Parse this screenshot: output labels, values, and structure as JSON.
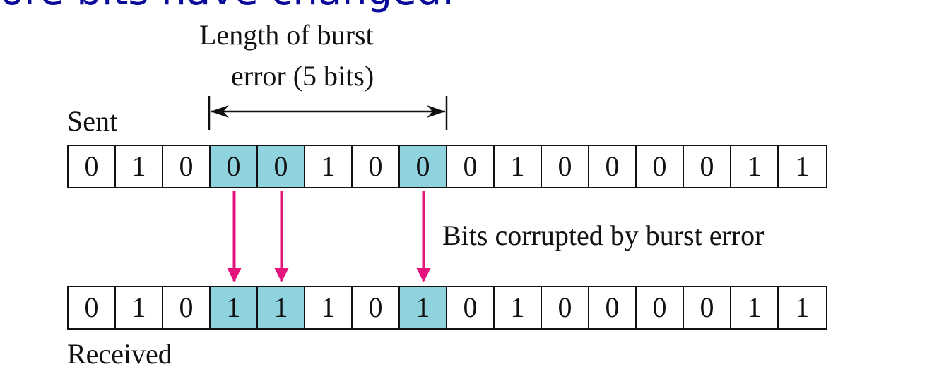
{
  "header": {
    "text": "ore bits have changed."
  },
  "burst": {
    "label_line1": "Length of  burst",
    "label_line2": "error (5 bits)"
  },
  "sent": {
    "label": "Sent",
    "bits": [
      "0",
      "1",
      "0",
      "0",
      "0",
      "1",
      "0",
      "0",
      "0",
      "1",
      "0",
      "0",
      "0",
      "0",
      "1",
      "1"
    ]
  },
  "received": {
    "label": "Received",
    "bits": [
      "0",
      "1",
      "0",
      "1",
      "1",
      "1",
      "0",
      "1",
      "0",
      "1",
      "0",
      "0",
      "0",
      "0",
      "1",
      "1"
    ]
  },
  "corrupted": {
    "label": "Bits corrupted by burst error",
    "indices": [
      3,
      4,
      7
    ]
  },
  "colors": {
    "header": "#0a0a9a",
    "highlight": "#8fd3df",
    "arrow": "#e4147c",
    "line": "#111111"
  }
}
